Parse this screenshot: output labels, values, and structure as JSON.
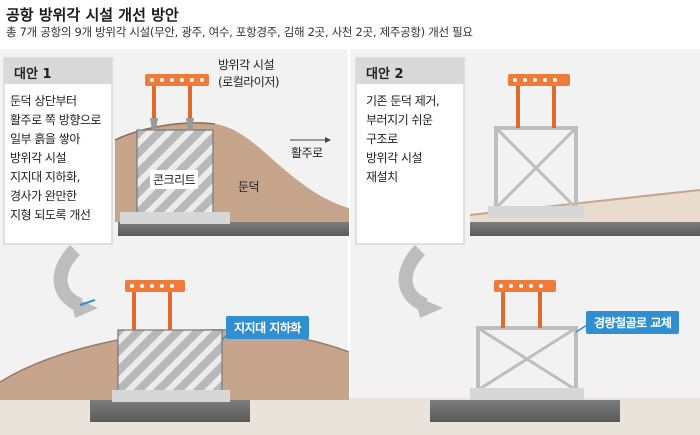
{
  "header": {
    "title": "공항 방위각 시설 개선 방안",
    "subtitle": "총 7개 공항의 9개 방위각 시설(무안, 광주, 여수, 포항경주, 김해 2곳, 사천 2곳, 제주공항) 개선 필요"
  },
  "option1": {
    "tag": "대안 1",
    "desc": [
      "둔덕 상단부터",
      "활주로 쪽 방향으로",
      "일부 흙을 쌓아",
      "방위각 시설",
      "지지대 지하화,",
      "경사가 완만한",
      "지형 되도록 개선"
    ],
    "facility_label": [
      "방위각 시설",
      "(로컬라이저)"
    ],
    "concrete_label": "콘크리트",
    "mound_label": "둔덕",
    "runway_label": "활주로",
    "callout": "지지대 지하화"
  },
  "option2": {
    "tag": "대안 2",
    "desc": [
      "기존 둔덕 제거,",
      "부러지기 쉬운",
      "구조로",
      "방위각 시설",
      "재설치"
    ],
    "callout": "경량철골로 교체"
  },
  "colors": {
    "orange": "#ef7a3a",
    "mound": "#c7a58c",
    "mound_dark": "#9c7a63",
    "concrete": "#bdbdbd",
    "callout": "#2f8fd0"
  }
}
